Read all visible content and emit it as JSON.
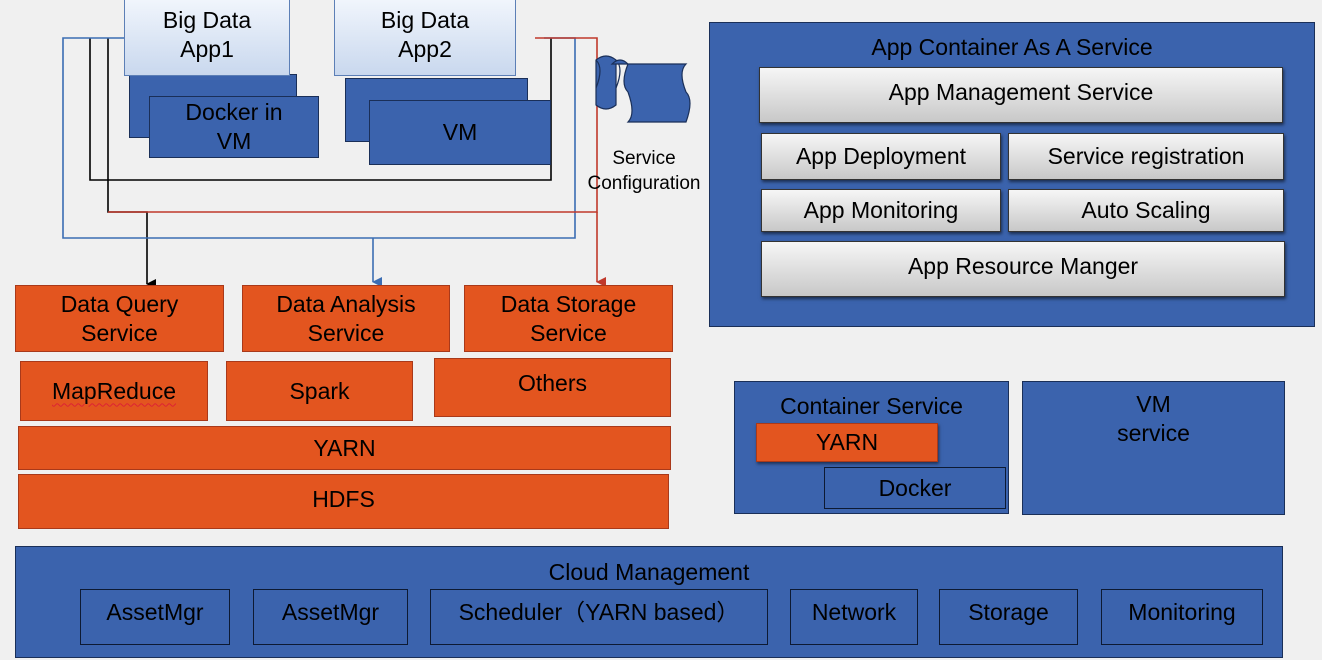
{
  "apps": {
    "app1": "Big Data\nApp1",
    "app2": "Big Data\nApp2",
    "docker_vm": "Docker in\nVM",
    "vm": "VM"
  },
  "service_config": "Service\nConfiguration",
  "data_services": {
    "query": "Data Query\nService",
    "analysis": "Data Analysis\nService",
    "storage": "Data Storage\nService"
  },
  "engines": {
    "mapreduce": "MapReduce",
    "spark": "Spark",
    "others": "Others"
  },
  "yarn": "YARN",
  "hdfs": "HDFS",
  "app_container": {
    "title": "App Container As A Service",
    "management": "App Management Service",
    "deployment": "App Deployment",
    "registration": "Service registration",
    "monitoring": "App Monitoring",
    "scaling": "Auto Scaling",
    "resource": "App Resource Manger"
  },
  "container_service": {
    "title": "Container Service",
    "yarn": "YARN",
    "docker": "Docker"
  },
  "vm_service": "VM\nservice",
  "cloud": {
    "title": "Cloud Management",
    "items": [
      "AssetMgr",
      "AssetMgr",
      "Scheduler（YARN based）",
      "Network",
      "Storage",
      "Monitoring"
    ]
  },
  "colors": {
    "blue": "#3b63ad",
    "orange": "#e3551f",
    "line_black": "#000000",
    "line_blue": "#3b6db3",
    "line_red": "#c0392b"
  }
}
